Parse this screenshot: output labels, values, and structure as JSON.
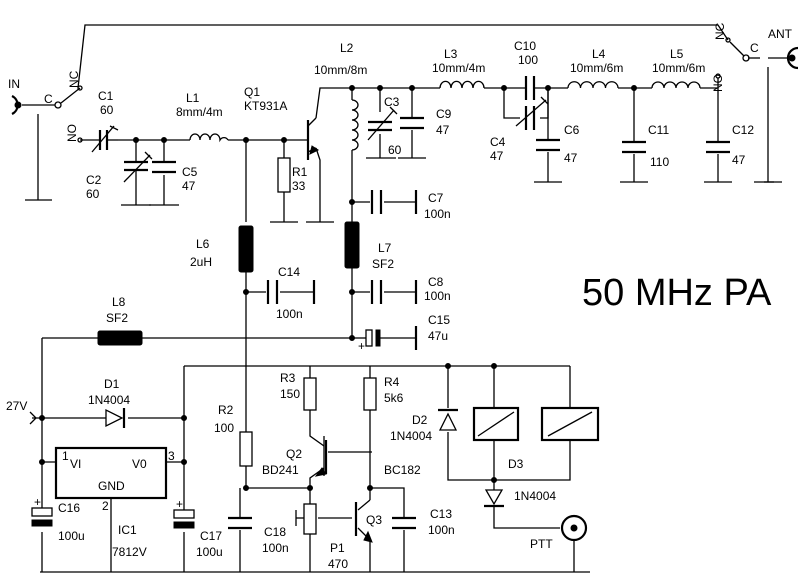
{
  "title": "50 MHz PA",
  "labels": {
    "in": "IN",
    "ant": "ANT",
    "sw_in_c": "C",
    "sw_in_nc": "NC",
    "sw_in_no": "NO",
    "sw_ant_c": "C",
    "sw_ant_nc": "NC",
    "sw_ant_no": "NO",
    "c1_name": "C1",
    "c1_val": "60",
    "c2_name": "C2",
    "c2_val": "60",
    "c3_name": "C3",
    "c3_val": "60",
    "c4_name": "C4",
    "c4_val": "47",
    "c5_name": "C5",
    "c5_val": "47",
    "c6_name": "C6",
    "c6_val": "47",
    "c7_name": "C7",
    "c7_val": "100n",
    "c8_name": "C8",
    "c8_val": "100n",
    "c9_name": "C9",
    "c9_val": "47",
    "c10_name": "C10",
    "c10_val": "100",
    "c11_name": "C11",
    "c11_val": "110",
    "c12_name": "C12",
    "c12_val": "47",
    "c13_name": "C13",
    "c13_val": "100n",
    "c14_name": "C14",
    "c14_val": "100n",
    "c15_name": "C15",
    "c15_val": "47u",
    "c16_name": "C16",
    "c16_val": "100u",
    "c17_name": "C17",
    "c17_val": "100u",
    "c18_name": "C18",
    "c18_val": "100n",
    "l1_name": "L1",
    "l1_val": "8mm/4m",
    "l2_name": "L2",
    "l2_val": "10mm/8m",
    "l3_name": "L3",
    "l3_val": "10mm/4m",
    "l4_name": "L4",
    "l4_val": "10mm/6m",
    "l5_name": "L5",
    "l5_val": "10mm/6m",
    "l6_name": "L6",
    "l6_val": "2uH",
    "l7_name": "L7",
    "l7_val": "SF2",
    "l8_name": "L8",
    "l8_val": "SF2",
    "q1_name": "Q1",
    "q1_val": "KT931A",
    "q2_name": "Q2",
    "q2_val": "BD241",
    "q3_name": "Q3",
    "q3_val": "BC182",
    "r1_name": "R1",
    "r1_val": "33",
    "r2_name": "R2",
    "r2_val": "100",
    "r3_name": "R3",
    "r3_val": "150",
    "r4_name": "R4",
    "r4_val": "5k6",
    "p1_name": "P1",
    "p1_val": "470",
    "d1_name": "D1",
    "d1_val": "1N4004",
    "d2_name": "D2",
    "d2_val": "1N4004",
    "d3_name": "D3",
    "d3_val": "1N4004",
    "ic1_name": "IC1",
    "ic1_val": "7812V",
    "ic_vi": "VI",
    "ic_vo": "V0",
    "ic_gnd": "GND",
    "pin1": "1",
    "pin2": "2",
    "pin3": "3",
    "v27": "27V",
    "ptt": "PTT",
    "plus": "+"
  }
}
